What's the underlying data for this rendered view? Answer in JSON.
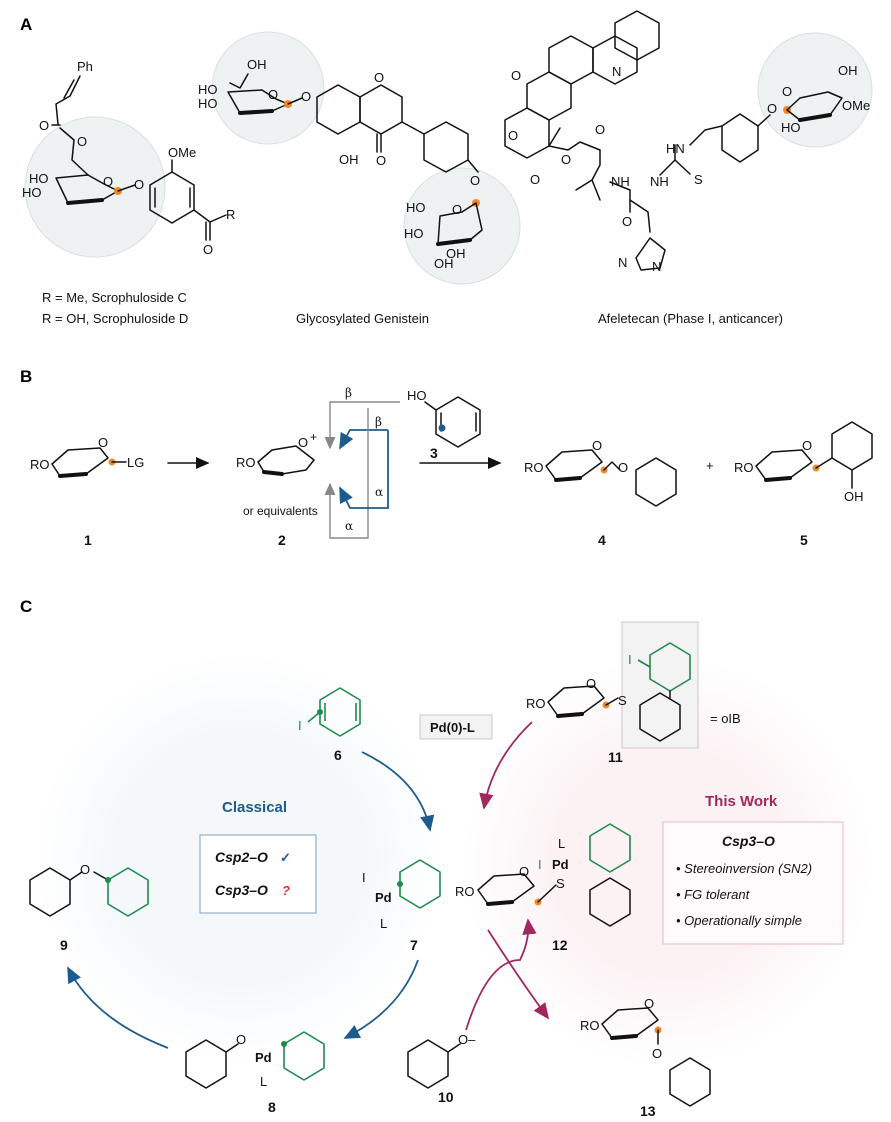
{
  "panels": {
    "a": "A",
    "b": "B",
    "c": "C"
  },
  "panel_a": {
    "compound_1_label_line1": "R = Me, Scrophuloside C",
    "compound_1_label_line2": "R = OH, Scrophuloside D",
    "compound_2_label": "Glycosylated Genistein",
    "compound_3_label": "Afeletecan (Phase I, anticancer)",
    "atoms": {
      "ph": "Ph",
      "ome": "OMe",
      "r": "R",
      "o": "O",
      "oh": "OH",
      "ho": "HO",
      "n": "N",
      "nh": "NH",
      "hn": "HN",
      "s": "S"
    }
  },
  "panel_b": {
    "num_1": "1",
    "num_2": "2",
    "num_3": "3",
    "num_4": "4",
    "num_5": "5",
    "ro": "RO",
    "lg": "LG",
    "o": "O",
    "plus_charge": "+",
    "ho": "HO",
    "oh": "OH",
    "beta": "β",
    "alpha": "α",
    "or_equivalents": "or equivalents",
    "plus_sign": "+"
  },
  "panel_c": {
    "reagent": "Pd(0)-L",
    "oib": "= oIB",
    "classical": "Classical",
    "this_work": "This Work",
    "csp2": "Csp2–O",
    "csp3": "Csp3–O",
    "check": "✓",
    "question": "?",
    "csp3_title": "Csp3–O",
    "bullets": [
      "Stereoinversion (SN2)",
      "FG tolerant",
      "Operationally simple"
    ],
    "nums": {
      "n6": "6",
      "n7": "7",
      "n8": "8",
      "n9": "9",
      "n10": "10",
      "n11": "11",
      "n12": "12",
      "n13": "13"
    },
    "atoms": {
      "i": "I",
      "pd": "Pd",
      "l": "L",
      "o": "O",
      "s": "S",
      "ro": "RO",
      "ominus": "O–"
    }
  },
  "colors": {
    "classical_blue": "#1d5b8f",
    "thiswork_magenta": "#a2275d",
    "anomeric_orange": "#f08a24",
    "aryl_green": "#1f8a4c",
    "question_red": "#d8342a"
  }
}
